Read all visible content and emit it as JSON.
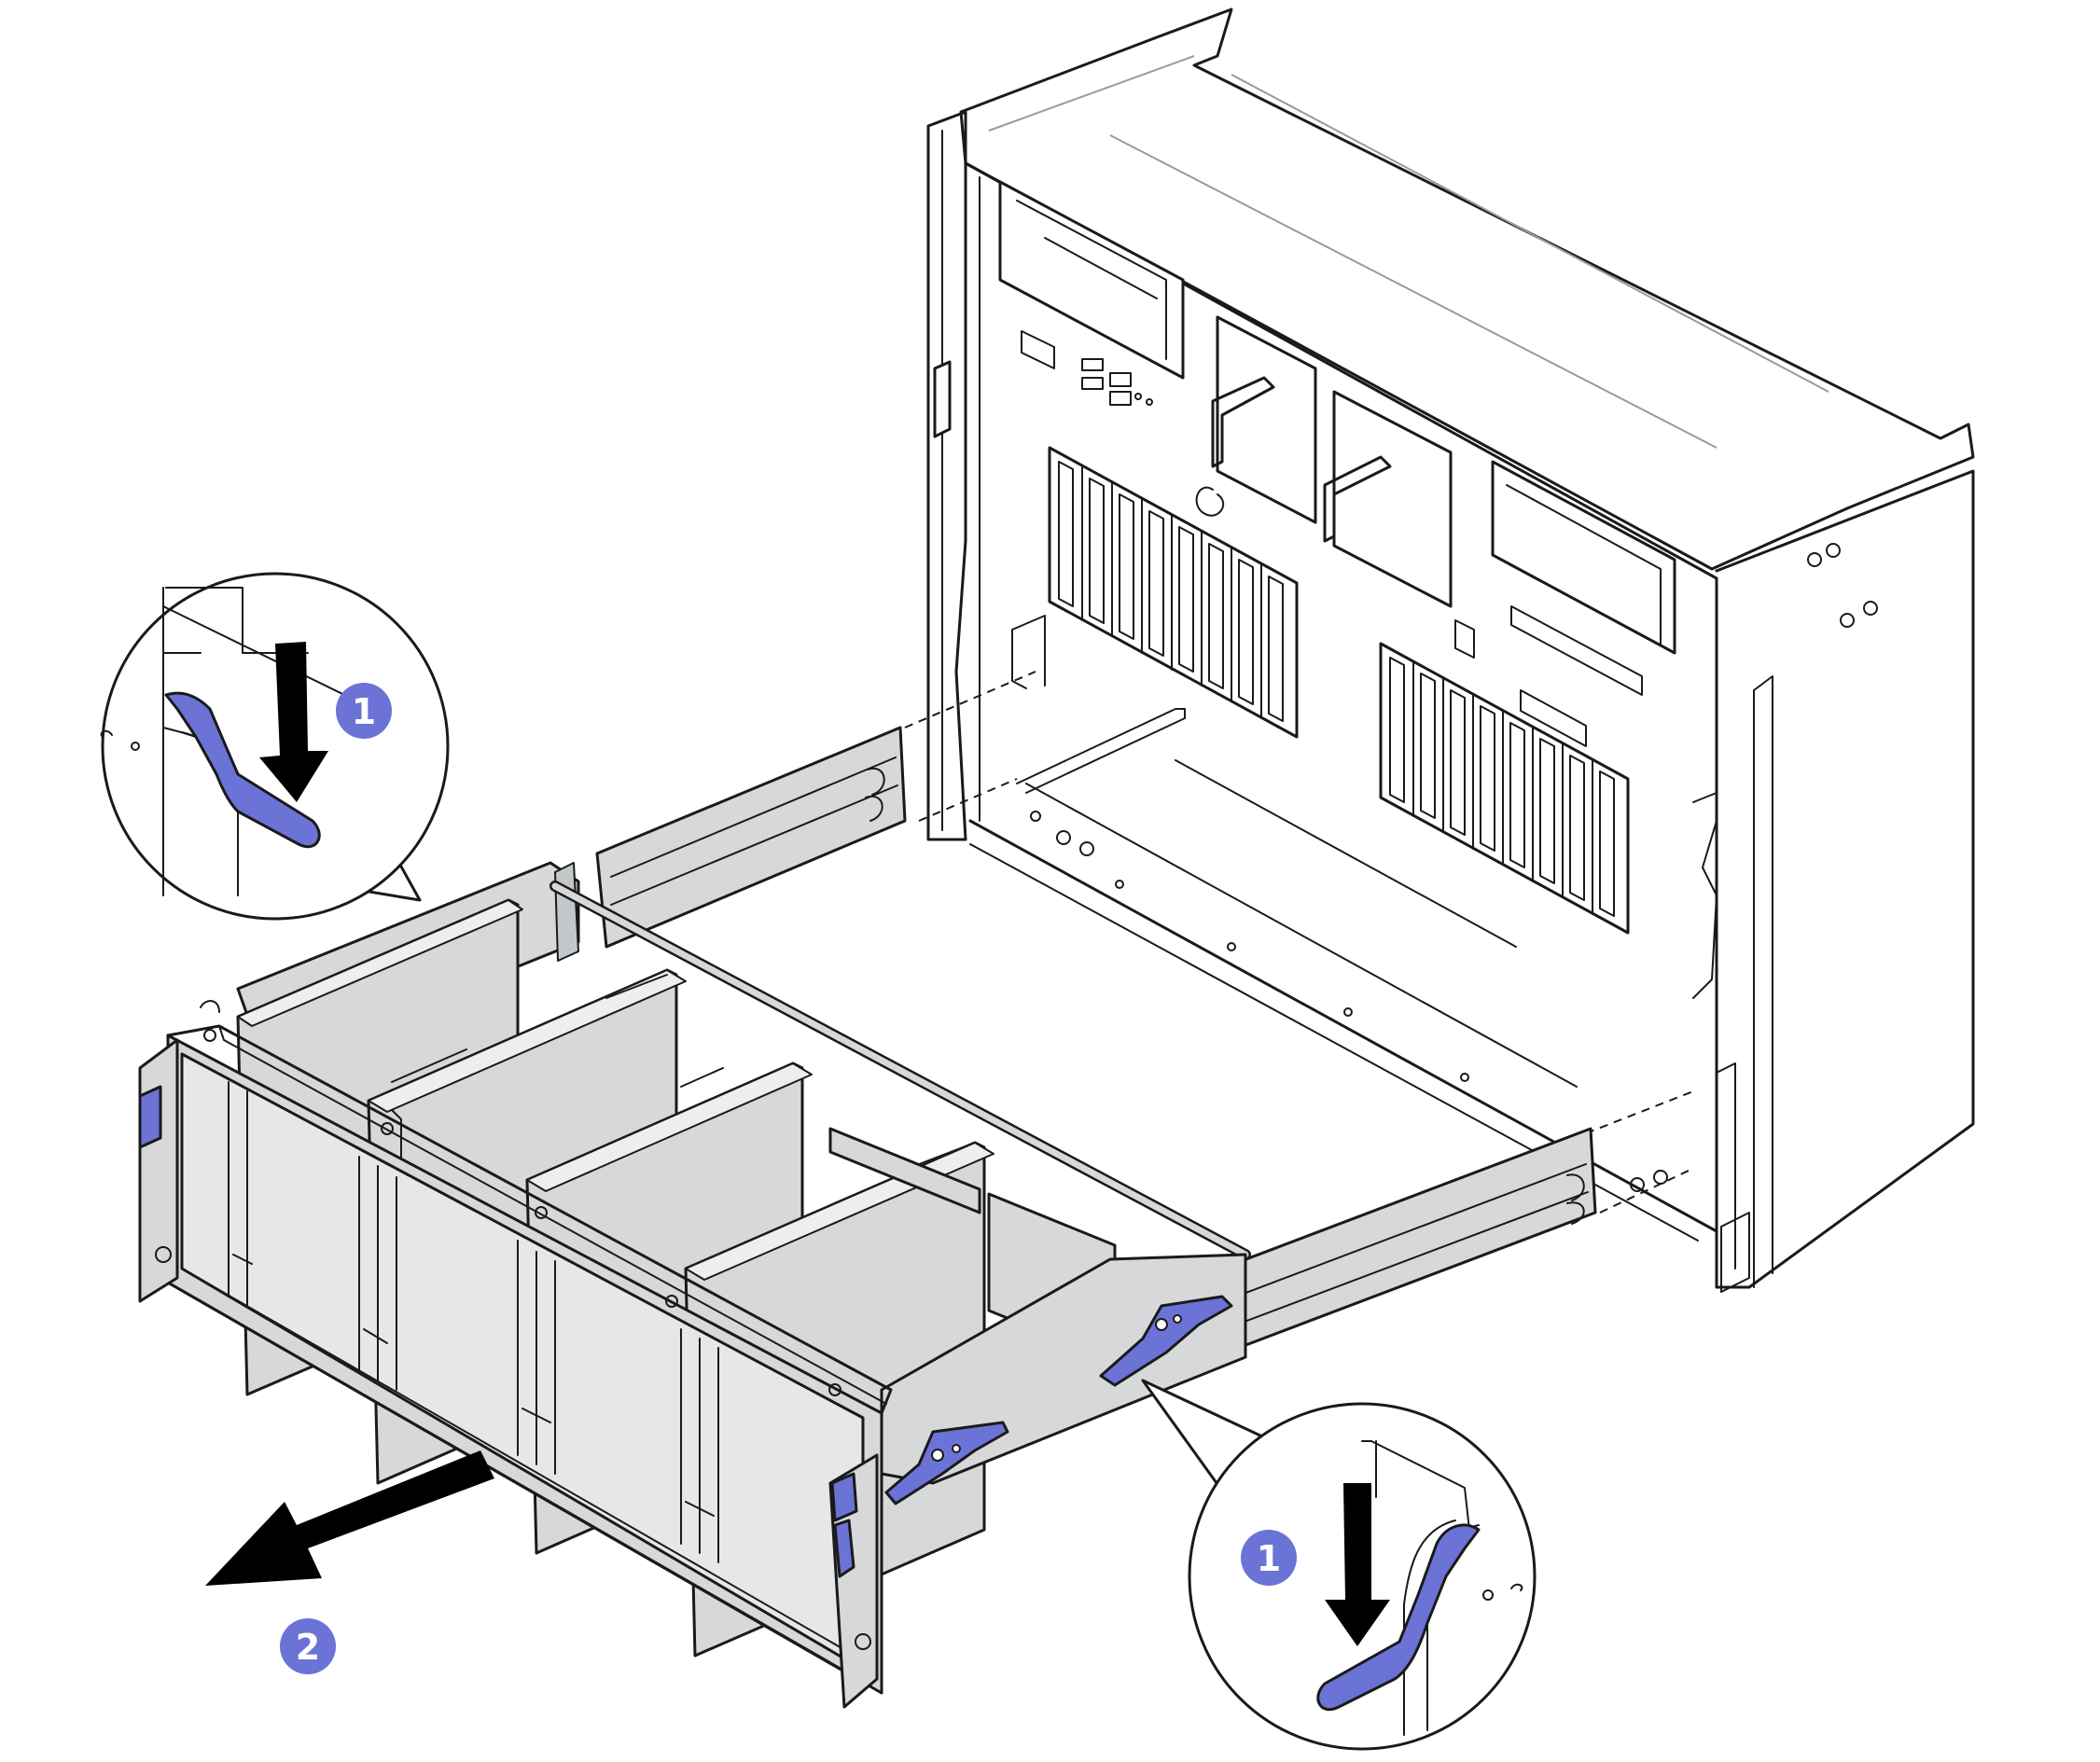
{
  "colors": {
    "accent_blue": "#6b73d6",
    "badge_blue": "#6b73d6",
    "metal_grey": "#d6d8da",
    "line": "#1a1a1a",
    "arrow": "#000000"
  },
  "steps": [
    {
      "number": "1",
      "icon": "down-arrow-icon"
    },
    {
      "number": "1",
      "icon": "down-arrow-icon"
    },
    {
      "number": "2",
      "icon": "pull-out-arrow-icon"
    }
  ],
  "icons": {
    "latch": "release-latch-icon",
    "callout": "magnifier-callout-icon",
    "push": "down-arrow-icon",
    "pull": "pull-out-arrow-icon"
  }
}
